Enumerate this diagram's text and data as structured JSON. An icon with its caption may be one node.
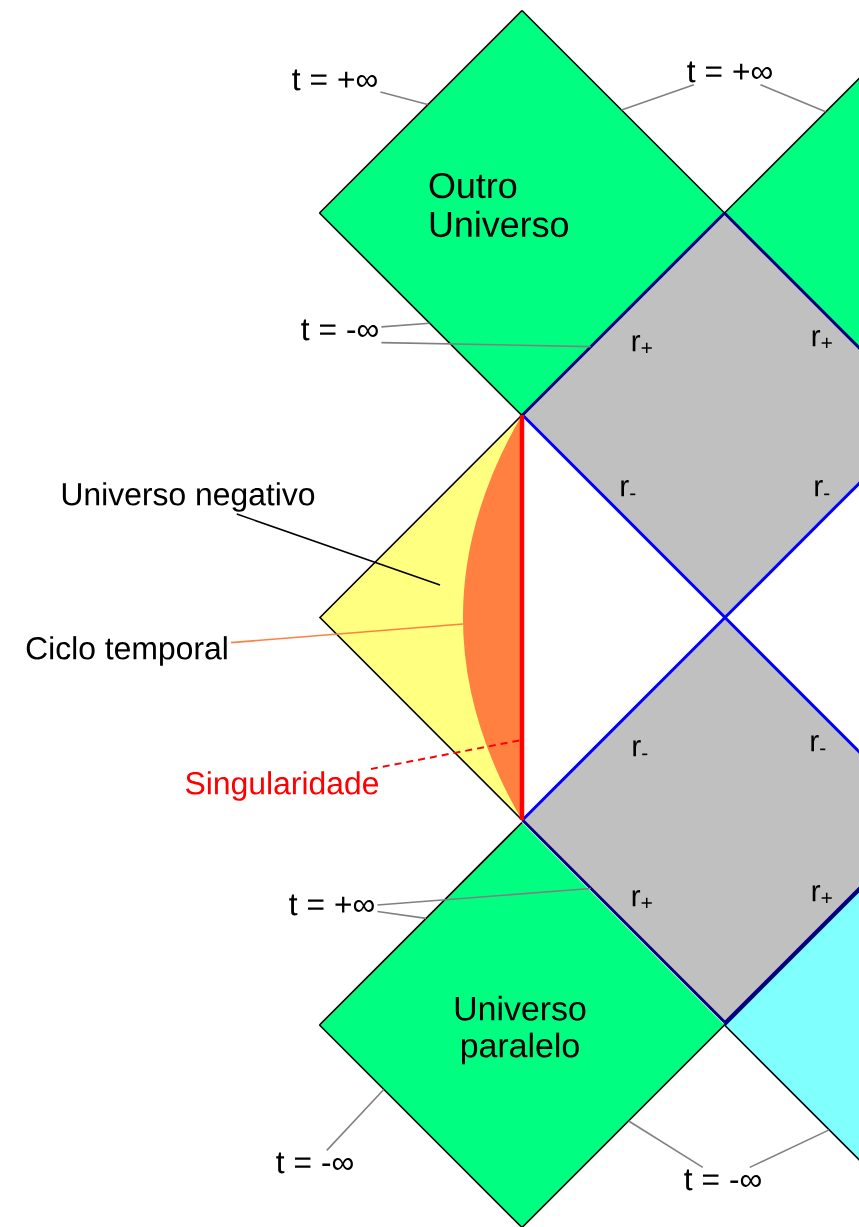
{
  "diagram": {
    "nodes": [
      {
        "text": [
          "Outro Universo"
        ]
      },
      {
        "text": [],
        "shape": "diamond"
      },
      {
        "text": [
          "r$_{+}$",
          "r$_{+}$",
          "r$_{-}$",
          "r$_{-}$"
        ]
      },
      {
        "text": [],
        "shape": "triangle"
      },
      {
        "text": [],
        "shape": "crescent",
        "in": 3
      },
      {
        "text": [],
        "shape": "line"
      },
      {
        "text": [
          "r$_{-}$",
          "r$_{-}$",
          "r$_{+}$",
          "r$_{+}$"
        ]
      },
      {
        "text": [
          "Universo paralelo"
        ]
      },
      {
        "text": [],
        "shape": "diamond"
      },
      {
        "text": [
          "t = +∞"
        ]
      },
      {
        "text": [
          "t = +∞"
        ]
      },
      {
        "text": [
          "t = -∞"
        ]
      },
      {
        "text": [
          "Universo negativo"
        ]
      },
      {
        "text": [
          "Ciclo temporal"
        ]
      },
      {
        "text": [
          "Singularidade"
        ]
      },
      {
        "text": [
          "t = +∞"
        ]
      },
      {
        "text": [
          "t = -∞"
        ]
      },
      {
        "text": [
          "t = -∞"
        ]
      }
    ],
    "edges": [
      {
        "from": 9,
        "to": 0,
        "arrow": "none"
      },
      {
        "from": 10,
        "to": 0,
        "arrow": "none"
      },
      {
        "from": 10,
        "to": 1,
        "arrow": "none"
      },
      {
        "from": 11,
        "to": 0,
        "arrow": "none"
      },
      {
        "from": 11,
        "to": 2,
        "arrow": "none"
      },
      {
        "from": 12,
        "to": 3,
        "arrow": "none",
        "color": "#000000"
      },
      {
        "from": 13,
        "to": 4,
        "arrow": "none",
        "color": "#ff8040"
      },
      {
        "from": 14,
        "to": 5,
        "arrow": "none",
        "style": "dashed",
        "color": "#ff0000"
      },
      {
        "from": 15,
        "to": 7,
        "arrow": "none"
      },
      {
        "from": 15,
        "to": 6,
        "arrow": "none"
      },
      {
        "from": 16,
        "to": 7,
        "arrow": "none"
      },
      {
        "from": 17,
        "to": 7,
        "arrow": "none"
      },
      {
        "from": 17,
        "to": 8,
        "arrow": "none"
      }
    ]
  }
}
